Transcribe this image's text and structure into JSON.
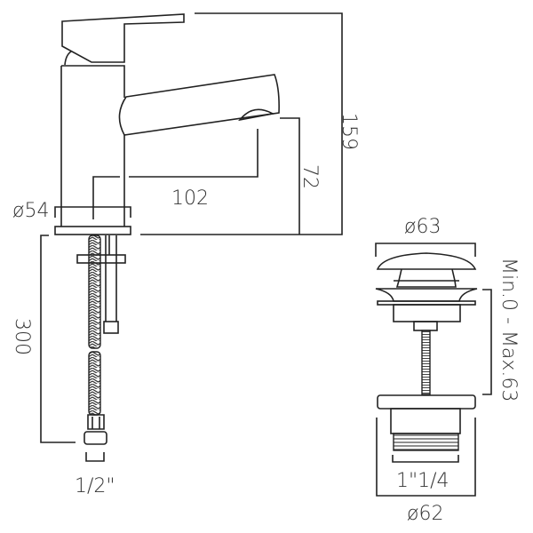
{
  "tap": {
    "height_label": "159",
    "spout_height_label": "72",
    "spout_reach_label": "102",
    "base_diameter_label": "ø54",
    "hose_length_label": "300",
    "hose_connection_label": "1/2\""
  },
  "waste": {
    "cap_diameter_label": "ø63",
    "range_label": "Min.0 - Max.63",
    "thread_label": "1\"1/4",
    "body_diameter_label": "ø62"
  }
}
